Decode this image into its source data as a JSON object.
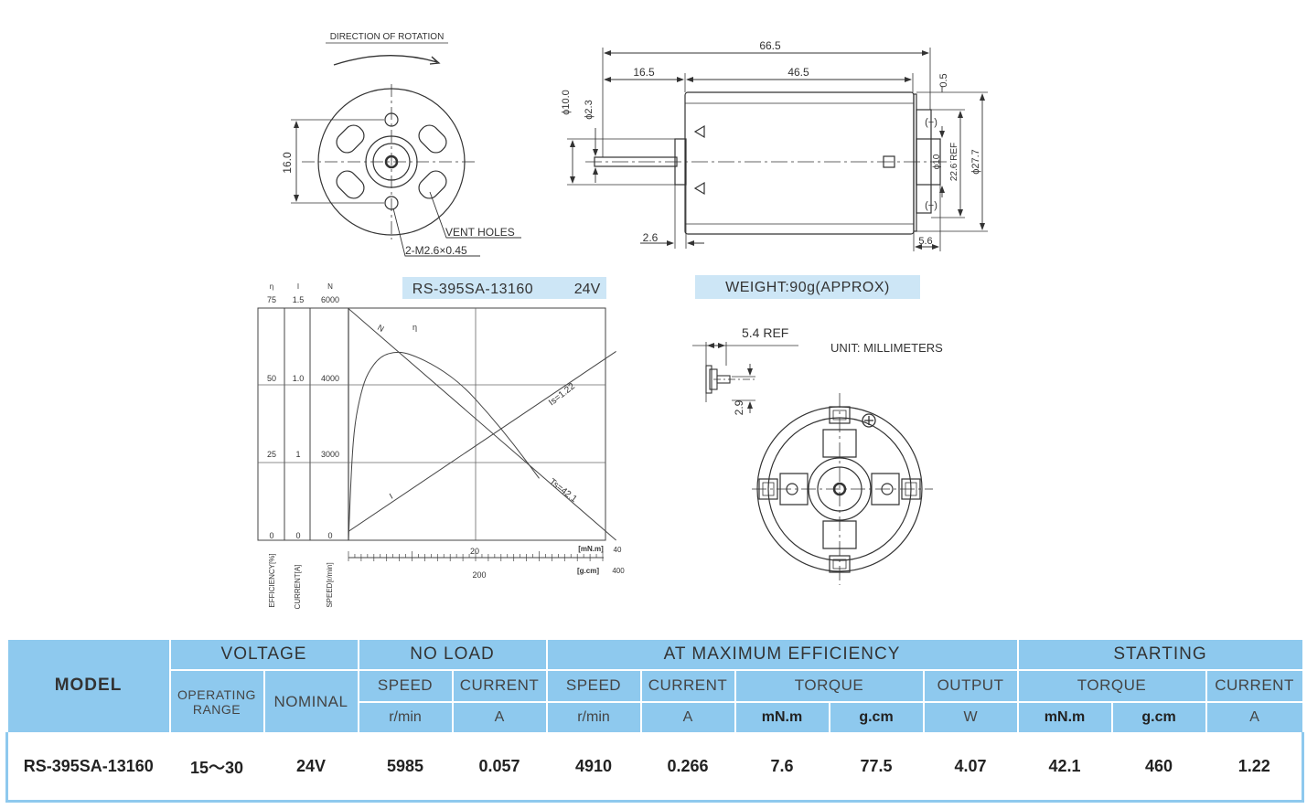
{
  "top_drawing": {
    "direction_label": "DIRECTION OF ROTATION",
    "dim_16": "16.0",
    "vent_holes": "VENT HOLES",
    "screw_spec": "2-M2.6×0.45"
  },
  "side_drawing": {
    "dim_total": "66.5",
    "dim_shaft": "16.5",
    "dim_body": "46.5",
    "dim_phi10": "ϕ10.0",
    "dim_phi23": "ϕ2.3",
    "dim_05": "0.5",
    "dim_plus": "(+)",
    "dim_minus": "(−)",
    "dim_phi10b": "ϕ10",
    "dim_226": "22.6 REF",
    "dim_277": "ϕ27.7",
    "dim_26": "2.6",
    "dim_56": "5.6"
  },
  "chart_header": {
    "model": "RS-395SA-13160",
    "voltage": "24V"
  },
  "weight": "WEIGHT:90g(APPROX)",
  "terminal": {
    "dim_54": "5.4 REF",
    "dim_29": "2.9"
  },
  "unit_label": "UNIT: MILLIMETERS",
  "chart_data": {
    "type": "line",
    "axis_headers": {
      "eff": "η",
      "current": "I",
      "speed": "N"
    },
    "axes_left": {
      "efficiency_ticks": [
        "75",
        "50",
        "25",
        "0"
      ],
      "current_ticks": [
        "1.5",
        "1.0",
        "1",
        "0"
      ],
      "speed_ticks": [
        "6000",
        "4000",
        "3000",
        "0"
      ]
    },
    "axis_titles": {
      "efficiency": "EFFICIENCY[%]",
      "current": "CURRENT[A]",
      "speed": "SPEED[r/min]"
    },
    "x_axis": {
      "mnm_label": "[mN.m]",
      "mnm_tick": "20",
      "mnm_end": "40",
      "gcm_label": "[g.cm]",
      "gcm_tick": "200",
      "gcm_end": "400",
      "range_mnm": [
        0,
        40
      ]
    },
    "annotations": {
      "ts": "Ts=42.1",
      "is": "Is=1.22",
      "n": "N",
      "eta": "η",
      "i": "I"
    },
    "series": [
      {
        "name": "N",
        "unit": "r/min",
        "points": [
          [
            0,
            5985
          ],
          [
            42.1,
            0
          ]
        ]
      },
      {
        "name": "I",
        "unit": "A",
        "points": [
          [
            0,
            0.057
          ],
          [
            42.1,
            1.22
          ]
        ]
      },
      {
        "name": "η",
        "unit": "%",
        "points": [
          [
            0,
            0
          ],
          [
            0.5,
            25
          ],
          [
            1,
            38
          ],
          [
            2,
            48
          ],
          [
            3,
            54
          ],
          [
            5,
            59.5
          ],
          [
            7.6,
            61
          ],
          [
            10,
            60
          ],
          [
            14,
            56
          ],
          [
            18,
            50
          ],
          [
            22,
            41
          ],
          [
            26,
            31
          ],
          [
            30,
            20
          ]
        ]
      }
    ]
  },
  "table": {
    "model_header": "MODEL",
    "voltage_header": "VOLTAGE",
    "no_load_header": "NO LOAD",
    "max_eff_header": "AT MAXIMUM EFFICIENCY",
    "starting_header": "STARTING",
    "operating_range_line1": "OPERATING",
    "operating_range_line2": "RANGE",
    "nominal": "NOMINAL",
    "speed": "SPEED",
    "current": "CURRENT",
    "torque": "TORQUE",
    "output": "OUTPUT",
    "unit_rmin": "r/min",
    "unit_a": "A",
    "unit_mnm": "mN.m",
    "unit_gcm": "g.cm",
    "unit_w": "W",
    "row": {
      "model": "RS-395SA-13160",
      "range": "15～30",
      "nominal": "24V",
      "nl_speed": "5985",
      "nl_current": "0.057",
      "me_speed": "4910",
      "me_current": "0.266",
      "me_torque_mnm": "7.6",
      "me_torque_gcm": "77.5",
      "me_output": "4.07",
      "st_torque_mnm": "42.1",
      "st_torque_gcm": "460",
      "st_current": "1.22"
    }
  }
}
